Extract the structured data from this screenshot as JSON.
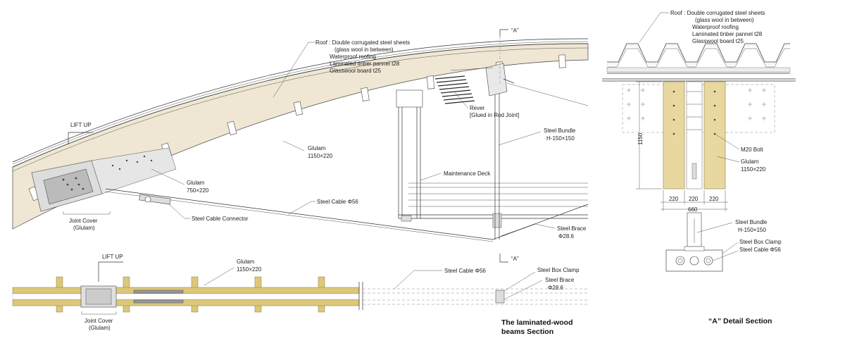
{
  "main_section": {
    "roof_note": [
      "Roof : Double corrugated steel sheets",
      "(glass wool in between)",
      "Waterproof roofing",
      "Laminated tinber pannel t28",
      "Glasswool board t25"
    ],
    "lift_up": "LIFT UP",
    "glulam_main": [
      "Glulam",
      "1150×220"
    ],
    "glulam_small": [
      "Glulam",
      "750×220"
    ],
    "joint_cover": [
      "Joint Cover",
      "(Glulam)"
    ],
    "steel_cable_connector": "Steel Cable Connector",
    "steel_cable": "Steel Cable Φ56",
    "rever": [
      "Rever",
      "[Glued in Rod Joint]"
    ],
    "steel_bundle": [
      "Steel Bundle",
      "H-150×150"
    ],
    "maintenance_deck": "Maintenance Deck",
    "steel_brace": [
      "Steel Brace",
      "Φ28.6"
    ],
    "section_mark": "“A”"
  },
  "plan_section": {
    "lift_up": "LIFT UP",
    "glulam": [
      "Glulam",
      "1150×220"
    ],
    "joint_cover": [
      "Joint Cover",
      "(Glulam)"
    ],
    "steel_cable": "Steel Cable Φ56",
    "steel_box_clamp": "Steel Box Clamp",
    "steel_brace": [
      "Steel Brace",
      "Φ28.6"
    ],
    "title": [
      "The laminated-wood",
      "beams Section"
    ]
  },
  "detail_section": {
    "roof_note": [
      "Roof : Double corrugated steel sheets",
      "(glass wool in between)",
      "Waterproof roofing",
      "Laminated tinber pannel t28",
      "Glasswool board t25"
    ],
    "dim_height": "1150",
    "m20_bolt": "M20 Bolt",
    "glulam": [
      "Glulam",
      "1150×220"
    ],
    "dims": [
      "220",
      "220",
      "220"
    ],
    "dim_total": "660",
    "steel_bundle": [
      "Steel Bundle",
      "H-150×150"
    ],
    "steel_box_clamp": "Steel Box Clamp",
    "steel_cable": "Steel Cable Φ56",
    "title": "“A” Detail Section"
  },
  "colors": {
    "glulam_fill": "#efe6d3",
    "timber_fill": "#e8d8a0",
    "timber_plan": "#dcc77a",
    "line": "#333333"
  }
}
